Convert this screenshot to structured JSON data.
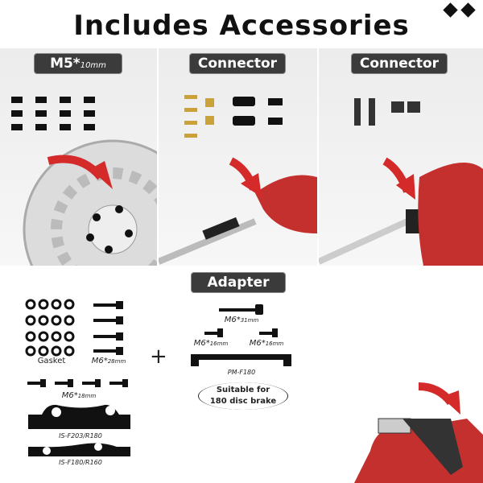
{
  "title": "Includes Accessories",
  "panels": [
    {
      "label_main": "M5*",
      "label_unit": "10mm"
    },
    {
      "label_main": "Connector"
    },
    {
      "label_main": "Connector"
    }
  ],
  "adapter": {
    "badge": "Adapter",
    "gasket": "Gasket",
    "m6_28": {
      "main": "M6*",
      "unit": "28mm"
    },
    "m6_18": {
      "main": "M6*",
      "unit": "18mm"
    },
    "is_f203": "IS-F203/R180",
    "is_f180": "IS-F180/R160",
    "plus": "+",
    "m6_31": {
      "main": "M6*",
      "unit": "31mm"
    },
    "m6_16a": {
      "main": "M6*",
      "unit": "16mm"
    },
    "m6_16b": {
      "main": "M6*",
      "unit": "16mm"
    },
    "pm": "PM-F180",
    "suitable_1": "Suitable for",
    "suitable_2": "180 disc brake"
  },
  "colors": {
    "accent_red": "#d42a2a",
    "badge_bg": "#3b3b3b",
    "bolt_blue": "#2d7fb8"
  }
}
